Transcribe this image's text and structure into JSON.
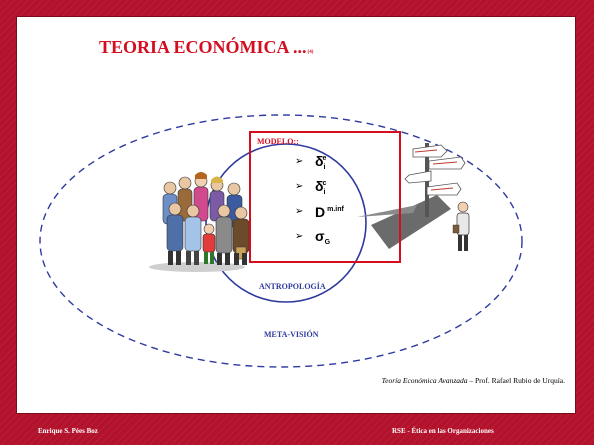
{
  "slide": {
    "title": "TEORIA ECONÓMICA ...",
    "title_suffix": "(4)",
    "accent_color": "#d40d1f",
    "label_color": "#2e3a9e"
  },
  "model_box": {
    "label": "MODELO::",
    "equations": [
      {
        "base": "δ",
        "sub": "i",
        "sup": "e"
      },
      {
        "base": "δ",
        "sub": "i",
        "sup": "c"
      },
      {
        "base": "D",
        "sub": "",
        "sup": "m.inf"
      },
      {
        "base": "σ",
        "sub": "G",
        "sup": ""
      }
    ],
    "bullet": "➢"
  },
  "circles": {
    "inner_label": "ANTROPOLOGÍA",
    "outer_label": "META-VISIÓN"
  },
  "images": {
    "left": "crowd-of-people-clipart",
    "right": "person-at-signpost-crossroads-clipart"
  },
  "citation": {
    "work": "Teoría Económica Avanzada",
    "separator": " – ",
    "author": "Prof. Rafael Rubio de Urquía."
  },
  "footer": {
    "left": "Enrique S. Pées Boz",
    "right": "RSE - Ética en las Organizaciones"
  }
}
